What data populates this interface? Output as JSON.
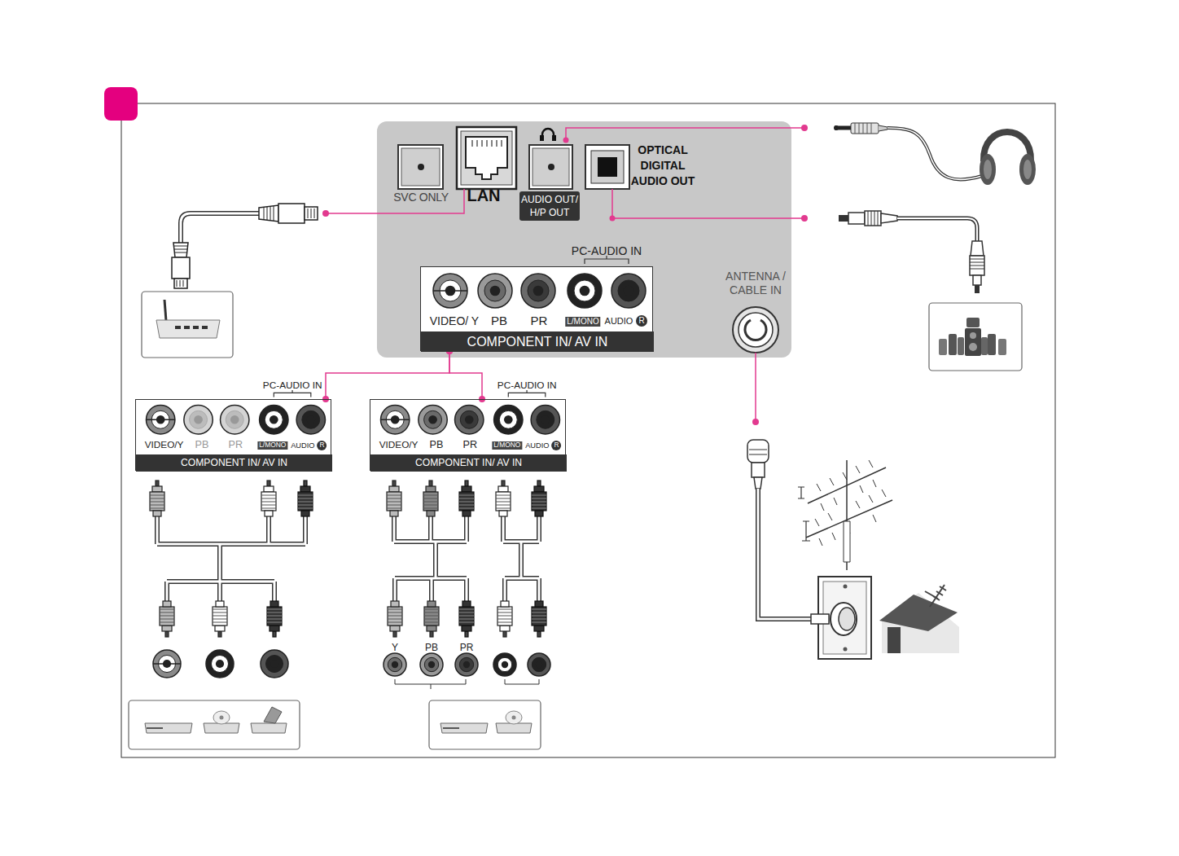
{
  "diagram": {
    "nodes": [
      {
        "text": [
          "SVC ONLY",
          "LAN",
          "AUDIO OUT/ H/P OUT",
          "OPTICAL DIGITAL AUDIO OUT",
          "ANTENNA / CABLE IN"
        ]
      },
      {
        "text": [
          "PC-AUDIO IN",
          "VIDEO/ Y",
          "PB",
          "PR",
          "L/MONO",
          "AUDIO",
          "R",
          "COMPONENT IN/ AV IN"
        ],
        "in": 0
      },
      {
        "text": [
          "PC-AUDIO IN",
          "VIDEO/Y",
          "PB",
          "PR",
          "L/MONO",
          "AUDIO",
          "R",
          "COMPONENT IN/ AV IN"
        ]
      },
      {
        "text": [
          "PC-AUDIO IN",
          "VIDEO/Y",
          "PB",
          "PR",
          "L/MONO",
          "AUDIO",
          "R",
          "COMPONENT IN/ AV IN"
        ]
      }
    ],
    "edges": [
      {
        "from": 1,
        "to": 2,
        "arrow": "none"
      },
      {
        "from": 1,
        "to": 3,
        "arrow": "none"
      }
    ],
    "labels": [
      "Y",
      "PB",
      "PR"
    ]
  }
}
